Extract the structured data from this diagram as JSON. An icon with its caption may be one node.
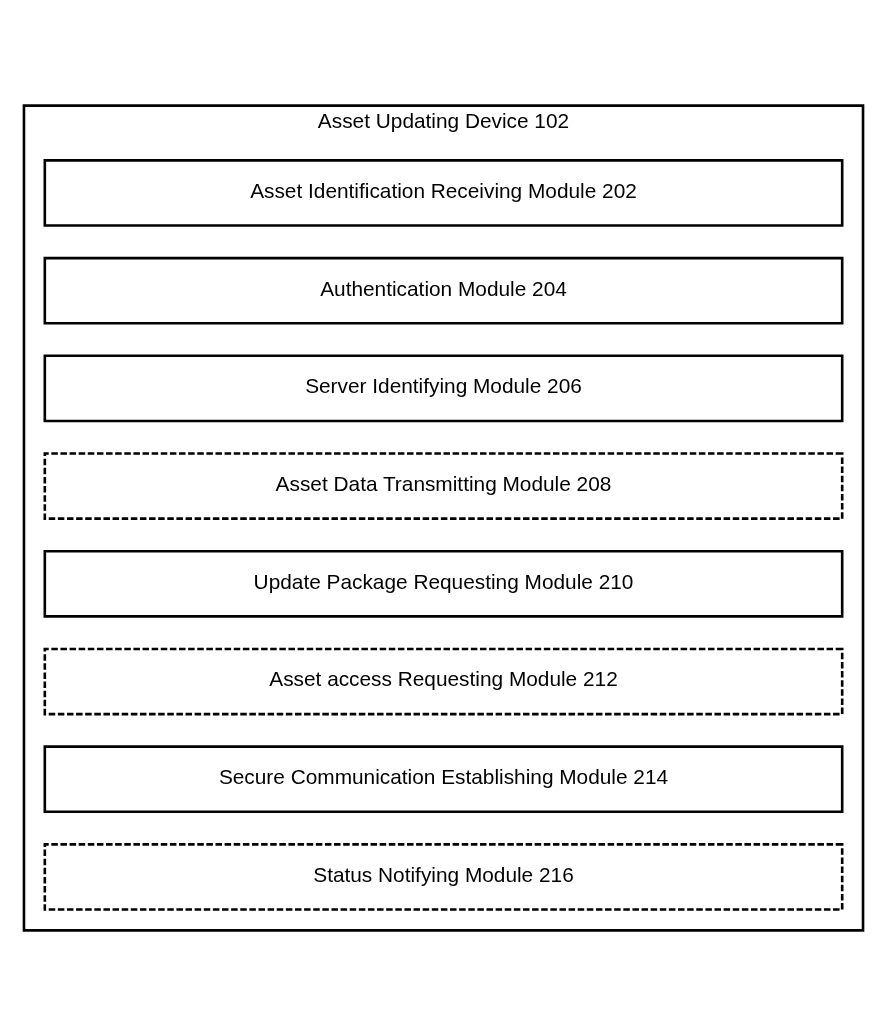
{
  "diagram": {
    "nodes": [
      {
        "text": [
          "Asset Updating Device 102"
        ]
      },
      {
        "text": [
          "Asset Identification Receiving Module 202"
        ],
        "in": 0
      },
      {
        "text": [
          "Authentication Module 204"
        ],
        "in": 0
      },
      {
        "text": [
          "Server Identifying Module 206"
        ],
        "in": 0
      },
      {
        "text": [
          "Asset Data Transmitting Module 208"
        ],
        "in": 0
      },
      {
        "text": [
          "Update Package Requesting Module 210"
        ],
        "in": 0
      },
      {
        "text": [
          "Asset access Requesting Module 212"
        ],
        "in": 0
      },
      {
        "text": [
          "Secure Communication Establishing Module 214"
        ],
        "in": 0
      },
      {
        "text": [
          "Status Notifying Module 216"
        ],
        "in": 0
      }
    ],
    "edges": []
  }
}
